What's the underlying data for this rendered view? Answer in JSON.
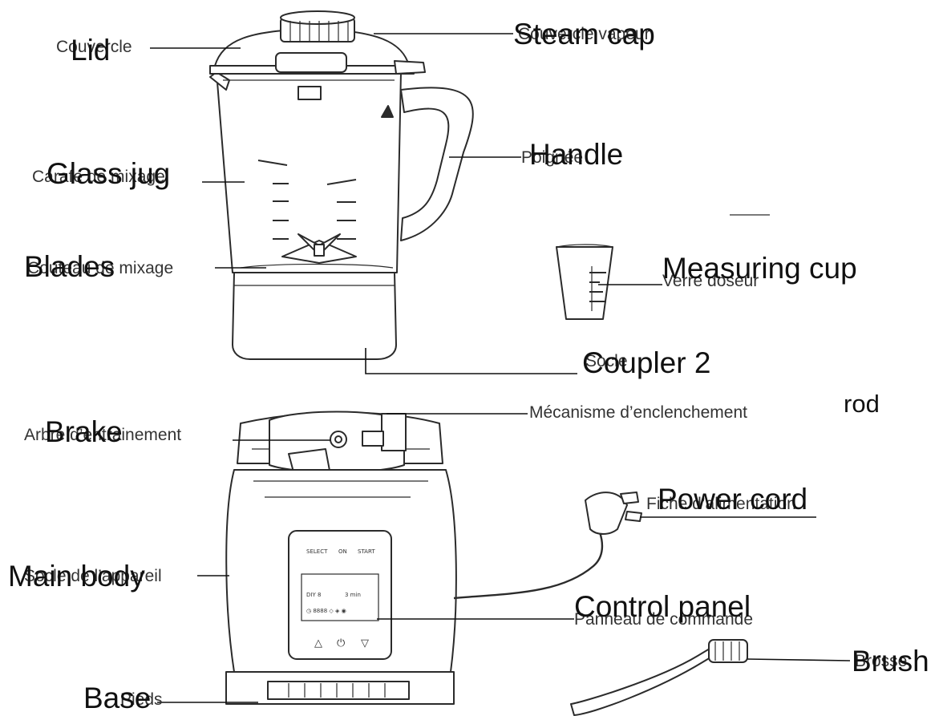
{
  "labels": {
    "lid": {
      "fr": "Couvercle",
      "en": "Lid"
    },
    "steam_cap": {
      "fr": "Couvercle vapeur",
      "en": "Steam cap"
    },
    "glass_jug": {
      "fr": "Carafe de mixage",
      "en": "Glass jug"
    },
    "handle": {
      "fr": "Poignée",
      "en": "Handle"
    },
    "blades": {
      "fr": "Couteau de mixage",
      "en": "Blades"
    },
    "measuring_cup": {
      "fr": "Verre doseur",
      "en": "Measuring cup"
    },
    "coupler": {
      "fr": "Socle",
      "en": "Coupler 2"
    },
    "lock_mechanism": {
      "fr": "Mécanisme d’enclenchement",
      "en": "rod"
    },
    "brake": {
      "fr": "Arbre d’entrainement",
      "en": "Brake"
    },
    "power_cord": {
      "fr": "Fiche d’alimentation",
      "en": "Power cord"
    },
    "main_body": {
      "fr": "Socle de l’appareil",
      "en": "Main body"
    },
    "control_panel": {
      "fr": "Panneau de commande",
      "en": "Control panel"
    },
    "brush": {
      "fr": "Brosse",
      "en": "Brush"
    },
    "base": {
      "fr": "Pieds",
      "en": "Base"
    }
  }
}
